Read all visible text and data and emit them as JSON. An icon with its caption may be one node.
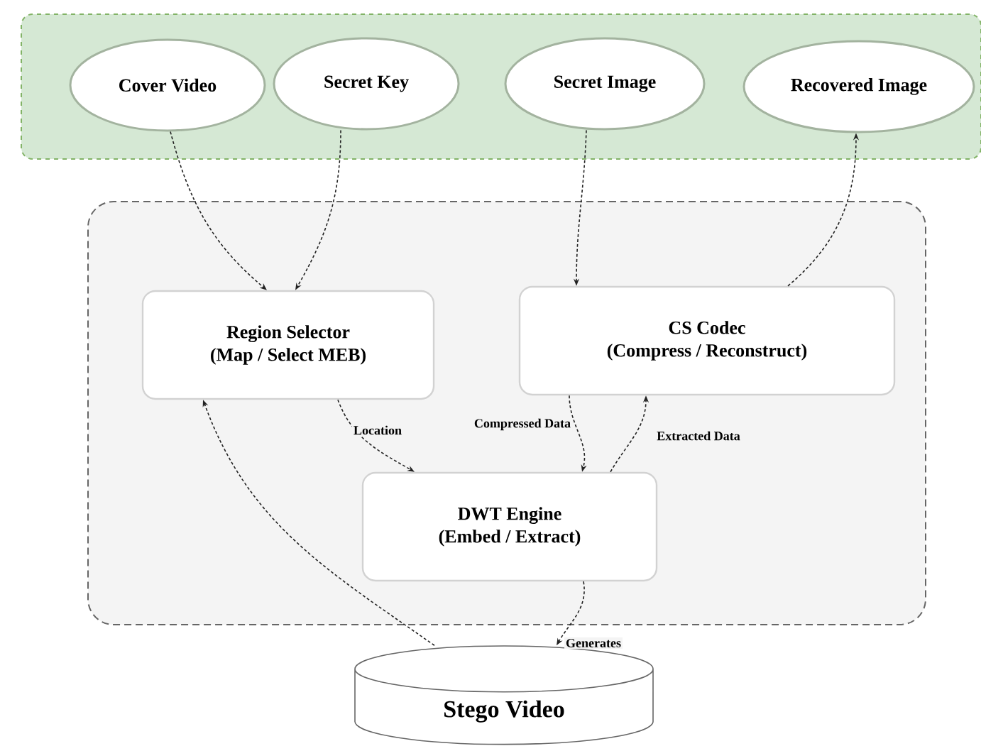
{
  "diagram": {
    "nodes": [
      {
        "text": [],
        "shape": "box"
      },
      {
        "text": [
          "Cover Video"
        ],
        "in": 0
      },
      {
        "text": [
          "Secret Key"
        ],
        "in": 0
      },
      {
        "text": [
          "Secret Image"
        ],
        "in": 0
      },
      {
        "text": [
          "Recovered Image"
        ],
        "in": 0
      },
      {
        "text": [],
        "shape": "box"
      },
      {
        "text": [
          "Region Selector",
          "(Map / Select MEB)"
        ],
        "in": 5
      },
      {
        "text": [
          "CS Codec",
          "(Compress / Reconstruct)"
        ],
        "in": 5
      },
      {
        "text": [
          "DWT Engine",
          "(Embed / Extract)"
        ],
        "in": 5
      },
      {
        "text": [
          "Stego Video"
        ]
      }
    ],
    "edges": [
      {
        "from": 1,
        "to": 6,
        "arrow": "to",
        "style": "dashed"
      },
      {
        "from": 2,
        "to": 6,
        "arrow": "to",
        "style": "dashed"
      },
      {
        "from": 3,
        "to": 7,
        "arrow": "to",
        "style": "dashed"
      },
      {
        "from": 7,
        "to": 4,
        "arrow": "to",
        "style": "dashed"
      },
      {
        "from": 6,
        "to": 8,
        "arrow": "to",
        "style": "dashed",
        "label": "Location"
      },
      {
        "from": 7,
        "to": 8,
        "arrow": "to",
        "style": "dashed",
        "label": "Compressed Data"
      },
      {
        "from": 8,
        "to": 7,
        "arrow": "to",
        "style": "dashed",
        "label": "Extracted Data"
      },
      {
        "from": 8,
        "to": 9,
        "arrow": "to",
        "style": "dashed",
        "label": "Generates"
      },
      {
        "from": 9,
        "to": 6,
        "arrow": "to",
        "style": "dashed"
      }
    ]
  }
}
